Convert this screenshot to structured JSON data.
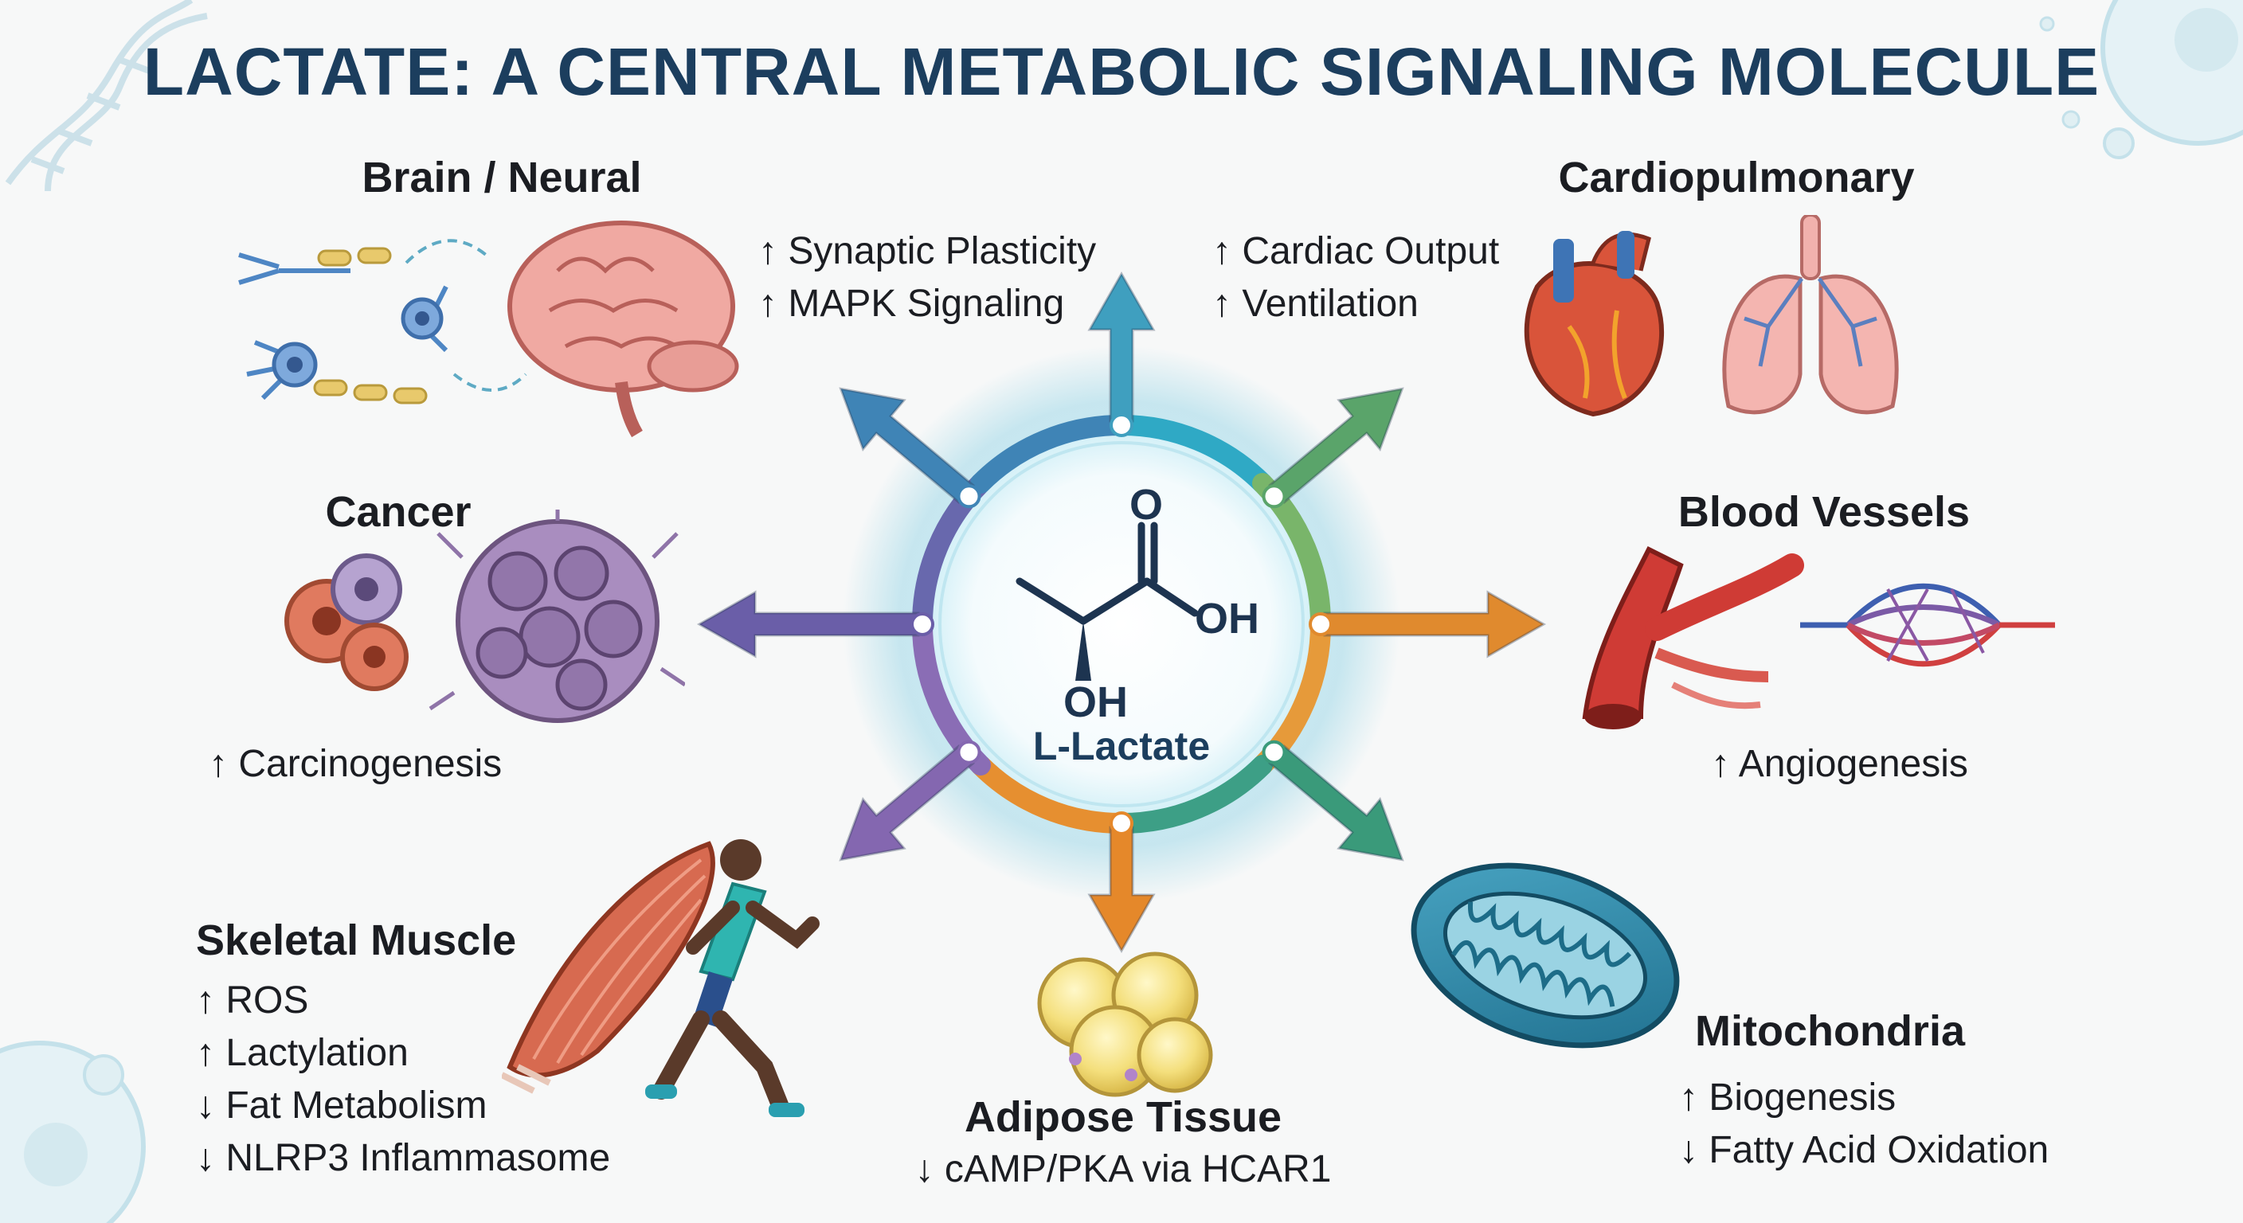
{
  "title": "LACTATE: A CENTRAL METABOLIC SIGNALING MOLECULE",
  "center": {
    "label": "L-Lactate",
    "atoms": {
      "carbonyl_oxygen": "O",
      "hydroxyl_acid": "OH",
      "hydroxyl_alpha": "OH"
    }
  },
  "colors": {
    "title": "#1c3e5e",
    "brain_arrow": "#3f84b6",
    "synaptic_arrow": "#3f9fbf",
    "cardio_arrow": "#5aa46a",
    "vessel_arrow": "#e08a2e",
    "mito_arrow": "#3a9a7a",
    "adipose_arrow": "#e5882a",
    "muscle_arrow": "#8467b0",
    "cancer_arrow": "#6a5ea8"
  },
  "sections": {
    "brain": {
      "heading": "Brain / Neural",
      "effects": [
        "↑ Synaptic Plasticity",
        "↑ MAPK Signaling"
      ]
    },
    "cardio": {
      "heading": "Cardiopulmonary",
      "effects": [
        "↑ Cardiac Output",
        "↑ Ventilation"
      ]
    },
    "cancer": {
      "heading": "Cancer",
      "effects": [
        "↑ Carcinogenesis"
      ]
    },
    "vessels": {
      "heading": "Blood Vessels",
      "effects": [
        "↑ Angiogenesis"
      ]
    },
    "muscle": {
      "heading": "Skeletal Muscle",
      "effects": [
        "↑ ROS",
        "↑ Lactylation",
        "↓ Fat Metabolism",
        "↓ NLRP3 Inflammasome"
      ]
    },
    "adipose": {
      "heading": "Adipose Tissue",
      "effects": [
        "↓ cAMP/PKA via HCAR1"
      ]
    },
    "mito": {
      "heading": "Mitochondria",
      "effects": [
        "↑ Biogenesis",
        "↓ Fatty Acid Oxidation"
      ]
    }
  }
}
